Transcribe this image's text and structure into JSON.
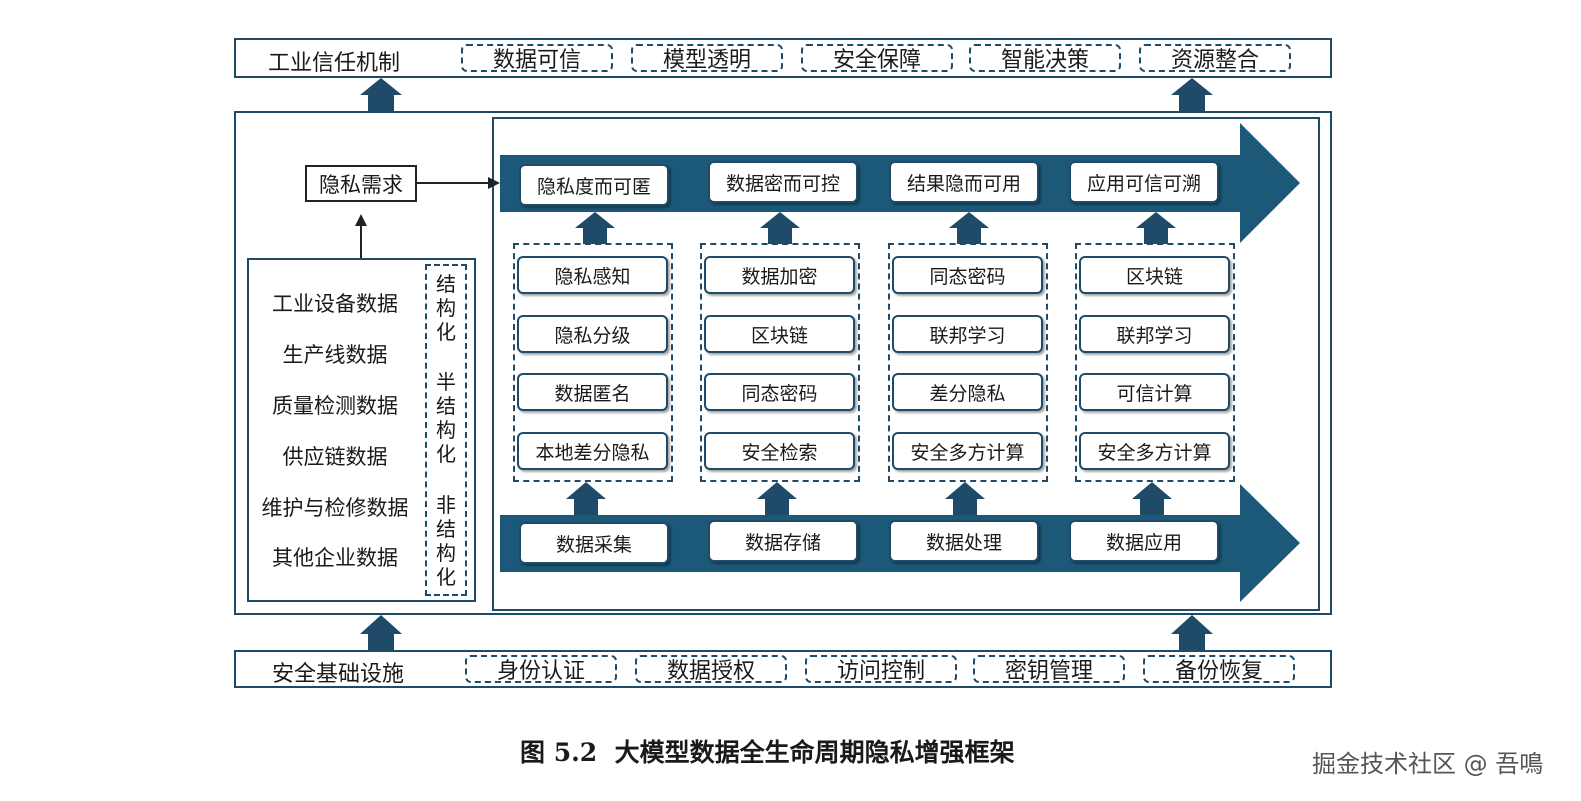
{
  "top_band": {
    "label": "工业信任机制",
    "tags": [
      "数据可信",
      "模型透明",
      "安全保障",
      "智能决策",
      "资源整合"
    ]
  },
  "bottom_band": {
    "label": "安全基础设施",
    "tags": [
      "身份认证",
      "数据授权",
      "访问控制",
      "密钥管理",
      "备份恢复"
    ]
  },
  "privacy_need": "隐私需求",
  "data_sources": {
    "items": [
      "工业设备数据",
      "生产线数据",
      "质量检测数据",
      "供应链数据",
      "维护与检修数据",
      "其他企业数据"
    ],
    "types": [
      "结构化",
      "半结构化",
      "非结构化"
    ]
  },
  "goals": [
    "隐私度而可匿",
    "数据密而可控",
    "结果隐而可用",
    "应用可信可溯"
  ],
  "technique_columns": [
    [
      "隐私感知",
      "隐私分级",
      "数据匿名",
      "本地差分隐私"
    ],
    [
      "数据加密",
      "区块链",
      "同态密码",
      "安全检索"
    ],
    [
      "同态密码",
      "联邦学习",
      "差分隐私",
      "安全多方计算"
    ],
    [
      "区块链",
      "联邦学习",
      "可信计算",
      "安全多方计算"
    ]
  ],
  "lifecycle_stages": [
    "数据采集",
    "数据存储",
    "数据处理",
    "数据应用"
  ],
  "caption": "图 5.2  大模型数据全生命周期隐私增强框架",
  "watermark": "掘金技术社区 @ 吾鳴",
  "colors": {
    "primary": "#1f4a68",
    "arrow": "#1c5878"
  }
}
